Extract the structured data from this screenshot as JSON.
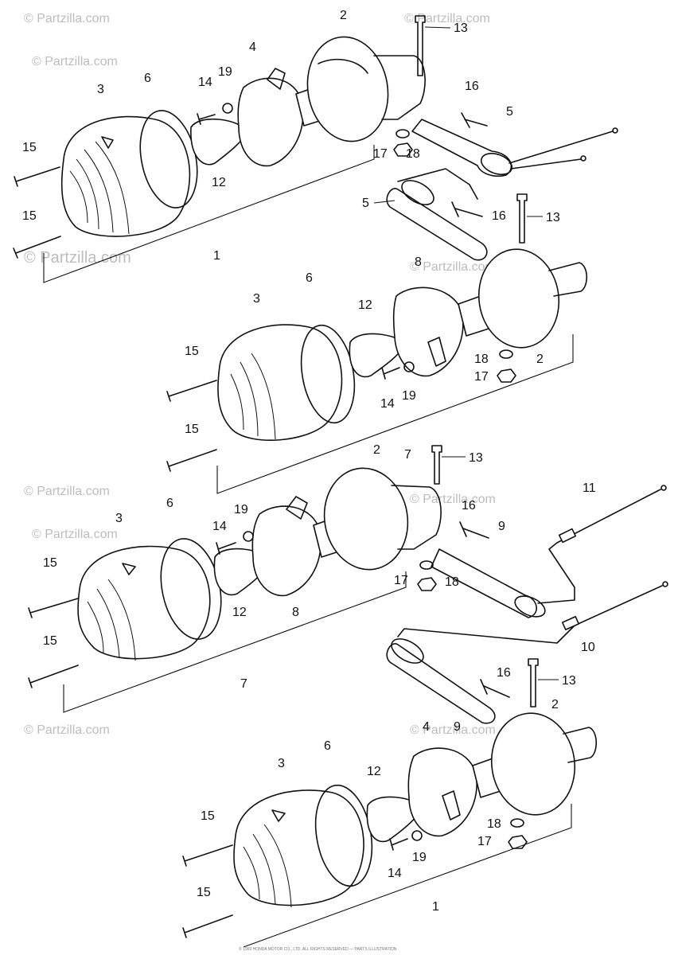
{
  "watermark": {
    "brand": "© Partzilla.com",
    "positions_count": 10
  },
  "footer_text": "© 1969 HONDA MOTOR CO., LTD. ALL RIGHTS RESERVED — PARTS ILLUSTRATION",
  "assemblies": [
    {
      "name": "upper-left-winker",
      "callouts": [
        {
          "id": "a1-13",
          "label": "13"
        },
        {
          "id": "a1-2",
          "label": "2"
        },
        {
          "id": "a1-4",
          "label": "4"
        },
        {
          "id": "a1-14",
          "label": "14"
        },
        {
          "id": "a1-19",
          "label": "19"
        },
        {
          "id": "a1-3",
          "label": "3"
        },
        {
          "id": "a1-6",
          "label": "6"
        },
        {
          "id": "a1-16",
          "label": "16"
        },
        {
          "id": "a1-5",
          "label": "5"
        },
        {
          "id": "a1-15a",
          "label": "15"
        },
        {
          "id": "a1-12",
          "label": "12"
        },
        {
          "id": "a1-17",
          "label": "17"
        },
        {
          "id": "a1-18",
          "label": "18"
        },
        {
          "id": "a1-15b",
          "label": "15"
        },
        {
          "id": "a1-1",
          "label": "1"
        }
      ]
    },
    {
      "name": "upper-right-winker",
      "callouts": [
        {
          "id": "a2-5",
          "label": "5"
        },
        {
          "id": "a2-16",
          "label": "16"
        },
        {
          "id": "a2-13",
          "label": "13"
        },
        {
          "id": "a2-8",
          "label": "8"
        },
        {
          "id": "a2-6",
          "label": "6"
        },
        {
          "id": "a2-3",
          "label": "3"
        },
        {
          "id": "a2-12",
          "label": "12"
        },
        {
          "id": "a2-18",
          "label": "18"
        },
        {
          "id": "a2-2",
          "label": "2"
        },
        {
          "id": "a2-17",
          "label": "17"
        },
        {
          "id": "a2-15a",
          "label": "15"
        },
        {
          "id": "a2-14",
          "label": "14"
        },
        {
          "id": "a2-19",
          "label": "19"
        },
        {
          "id": "a2-15b",
          "label": "15"
        },
        {
          "id": "a2-7",
          "label": "7"
        }
      ]
    },
    {
      "name": "lower-left-winker",
      "callouts": [
        {
          "id": "a3-2",
          "label": "2"
        },
        {
          "id": "a3-13",
          "label": "13"
        },
        {
          "id": "a3-6",
          "label": "6"
        },
        {
          "id": "a3-19",
          "label": "19"
        },
        {
          "id": "a3-11",
          "label": "11"
        },
        {
          "id": "a3-3",
          "label": "3"
        },
        {
          "id": "a3-14",
          "label": "14"
        },
        {
          "id": "a3-16",
          "label": "16"
        },
        {
          "id": "a3-9",
          "label": "9"
        },
        {
          "id": "a3-15a",
          "label": "15"
        },
        {
          "id": "a3-17",
          "label": "17"
        },
        {
          "id": "a3-18",
          "label": "18"
        },
        {
          "id": "a3-12",
          "label": "12"
        },
        {
          "id": "a3-8",
          "label": "8"
        },
        {
          "id": "a3-10",
          "label": "10"
        },
        {
          "id": "a3-15b",
          "label": "15"
        },
        {
          "id": "a3-7",
          "label": "7"
        }
      ]
    },
    {
      "name": "lower-right-winker",
      "callouts": [
        {
          "id": "a4-16",
          "label": "16"
        },
        {
          "id": "a4-13",
          "label": "13"
        },
        {
          "id": "a4-2",
          "label": "2"
        },
        {
          "id": "a4-9",
          "label": "9"
        },
        {
          "id": "a4-4",
          "label": "4"
        },
        {
          "id": "a4-6",
          "label": "6"
        },
        {
          "id": "a4-3",
          "label": "3"
        },
        {
          "id": "a4-12",
          "label": "12"
        },
        {
          "id": "a4-15a",
          "label": "15"
        },
        {
          "id": "a4-18",
          "label": "18"
        },
        {
          "id": "a4-17",
          "label": "17"
        },
        {
          "id": "a4-14",
          "label": "14"
        },
        {
          "id": "a4-19",
          "label": "19"
        },
        {
          "id": "a4-15b",
          "label": "15"
        },
        {
          "id": "a4-1",
          "label": "1"
        }
      ]
    }
  ]
}
